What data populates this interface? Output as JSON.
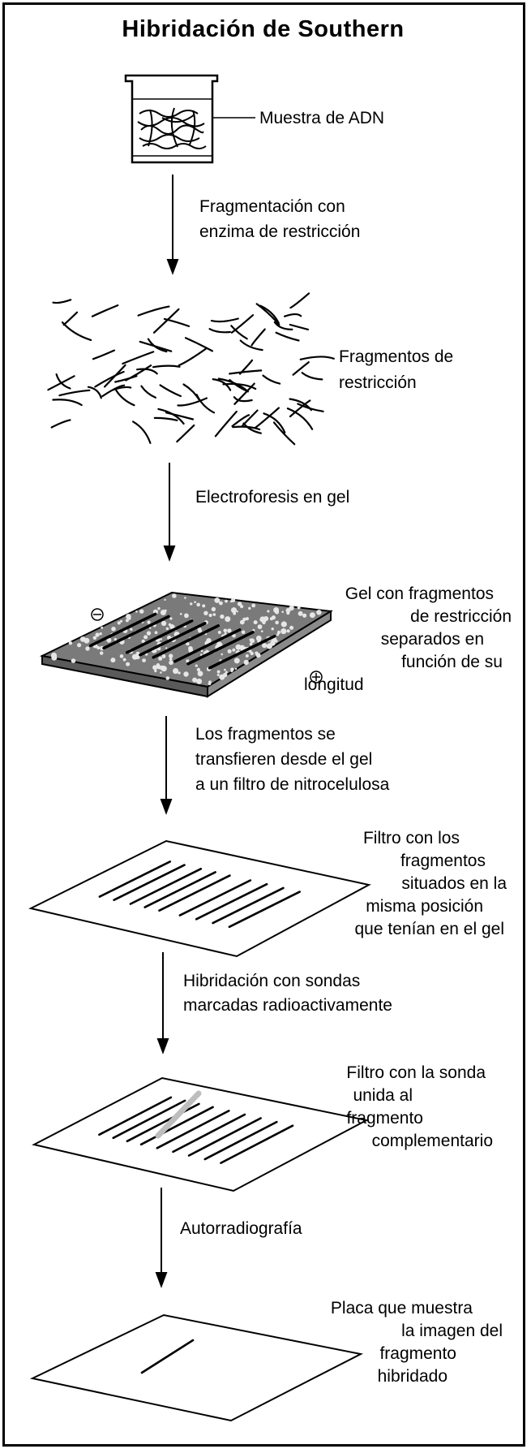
{
  "title": "Hibridación de Southern",
  "sample_label": "Muestra de ADN",
  "steps": [
    {
      "lines": [
        "Fragmentación con",
        "enzima de restricción"
      ]
    },
    {
      "lines": [
        "Electroforesis en gel"
      ]
    },
    {
      "lines": [
        "Los fragmentos se",
        "transfieren desde el gel",
        "a un filtro de nitrocelulosa"
      ]
    },
    {
      "lines": [
        "Hibridación con sondas",
        "marcadas  radioactivamente"
      ]
    },
    {
      "lines": [
        "Autorradiografía"
      ]
    }
  ],
  "stage_labels": {
    "fragments": [
      "Fragmentos de",
      "restricción"
    ],
    "gel": [
      "Gel con fragmentos",
      "de restricción",
      "separados en",
      "función de su",
      "longitud"
    ],
    "filter": [
      "Filtro con los",
      "fragmentos",
      "situados en la",
      "misma posición",
      "que tenían en el gel"
    ],
    "probe_filter": [
      "Filtro con la sonda",
      "unida al",
      "fragmento",
      "complementario"
    ],
    "plate": [
      "Placa que muestra",
      "la imagen del",
      "fragmento",
      "hibridado"
    ]
  },
  "gel_symbols": {
    "negative": "⊖",
    "positive": "⊕"
  },
  "colors": {
    "ink": "#000000",
    "gel": "#7a7a7a",
    "background": "#ffffff"
  }
}
